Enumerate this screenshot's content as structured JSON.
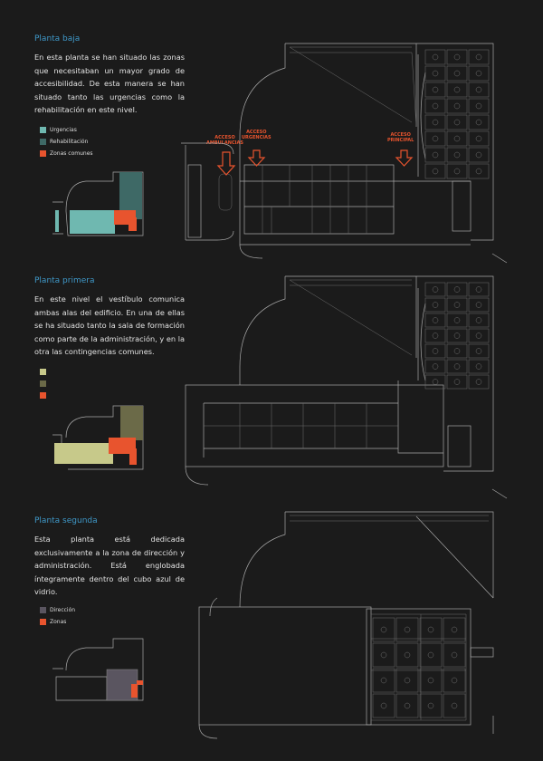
{
  "sections": [
    {
      "title": "Planta baja",
      "text": "En esta planta se han situado las zonas que necesitaban un mayor grado de accesibilidad. De esta manera se han situado tanto las urgencias como la rehabilitación en este nivel.",
      "legend": [
        {
          "label": "Urgencias",
          "color": "#6fb8b0"
        },
        {
          "label": "Rehabilitación",
          "color": "#3e6966"
        },
        {
          "label": "Zonas comunes",
          "color": "#e8542e"
        }
      ],
      "access_labels": [
        {
          "label": "ACCESO\nAMBULANCIAS"
        },
        {
          "label": "ACCESO\nURGENCIAS"
        },
        {
          "label": "ACCESO\nPRINCIPAL"
        }
      ]
    },
    {
      "title": "Planta primera",
      "text": "En este nivel el vestíbulo comunica ambas alas del edificio. En una de ellas se ha situado tanto la sala de formación como parte de la administración, y en la otra las contingencias comunes.",
      "legend": [
        {
          "label": "",
          "color": "#c7c98a"
        },
        {
          "label": "",
          "color": "#6b6a48"
        },
        {
          "label": "",
          "color": "#e8542e"
        }
      ]
    },
    {
      "title": "Planta segunda",
      "text": "Esta planta está dedicada exclusivamente a la zona de dirección y administración. Está englobada íntegramente dentro del cubo azul de vidrio.",
      "legend": [
        {
          "label": "Dirección",
          "color": "#5a5560"
        },
        {
          "label": "Zonas",
          "color": "#e8542e"
        }
      ]
    }
  ],
  "colors": {
    "background": "#1b1b1b",
    "title": "#3f98c8",
    "accent": "#e8542e",
    "line": "#a8a8a8"
  }
}
